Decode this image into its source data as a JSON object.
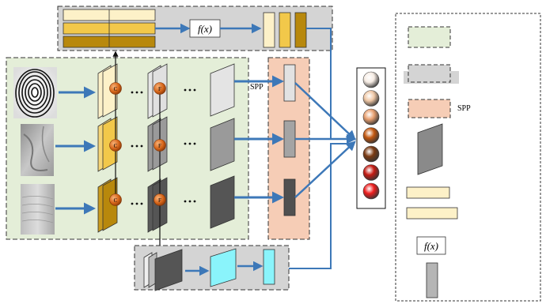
{
  "labels": {
    "spp_main": "SPP",
    "spp_legend": "SPP",
    "fx_top": "f(x)",
    "fx_legend": "f(x)",
    "conv_marker": "C",
    "fusion_marker": "F"
  },
  "icons": {
    "fingerprint": "fingerprint-image",
    "finger_vein": "finger-vein-image",
    "finger_knuckle": "finger-knuckle-image"
  },
  "colors": {
    "green_region": "#e4eed8",
    "gray_region": "#d4d4d4",
    "spp_region": "#f6cdb6",
    "light_bar": "#fdf1c8",
    "mid_bar": "#f2c84a",
    "dark_bar": "#b8880c",
    "cyan_block": "#8af4fb",
    "arrow_blue": "#3d78b8",
    "marker_orange": "#d7661a"
  },
  "output_beads": [
    "#f6ece4",
    "#f0c8a6",
    "#e8a070",
    "#c2570f",
    "#7a3a12",
    "#c41a12",
    "#ee1c1c"
  ]
}
